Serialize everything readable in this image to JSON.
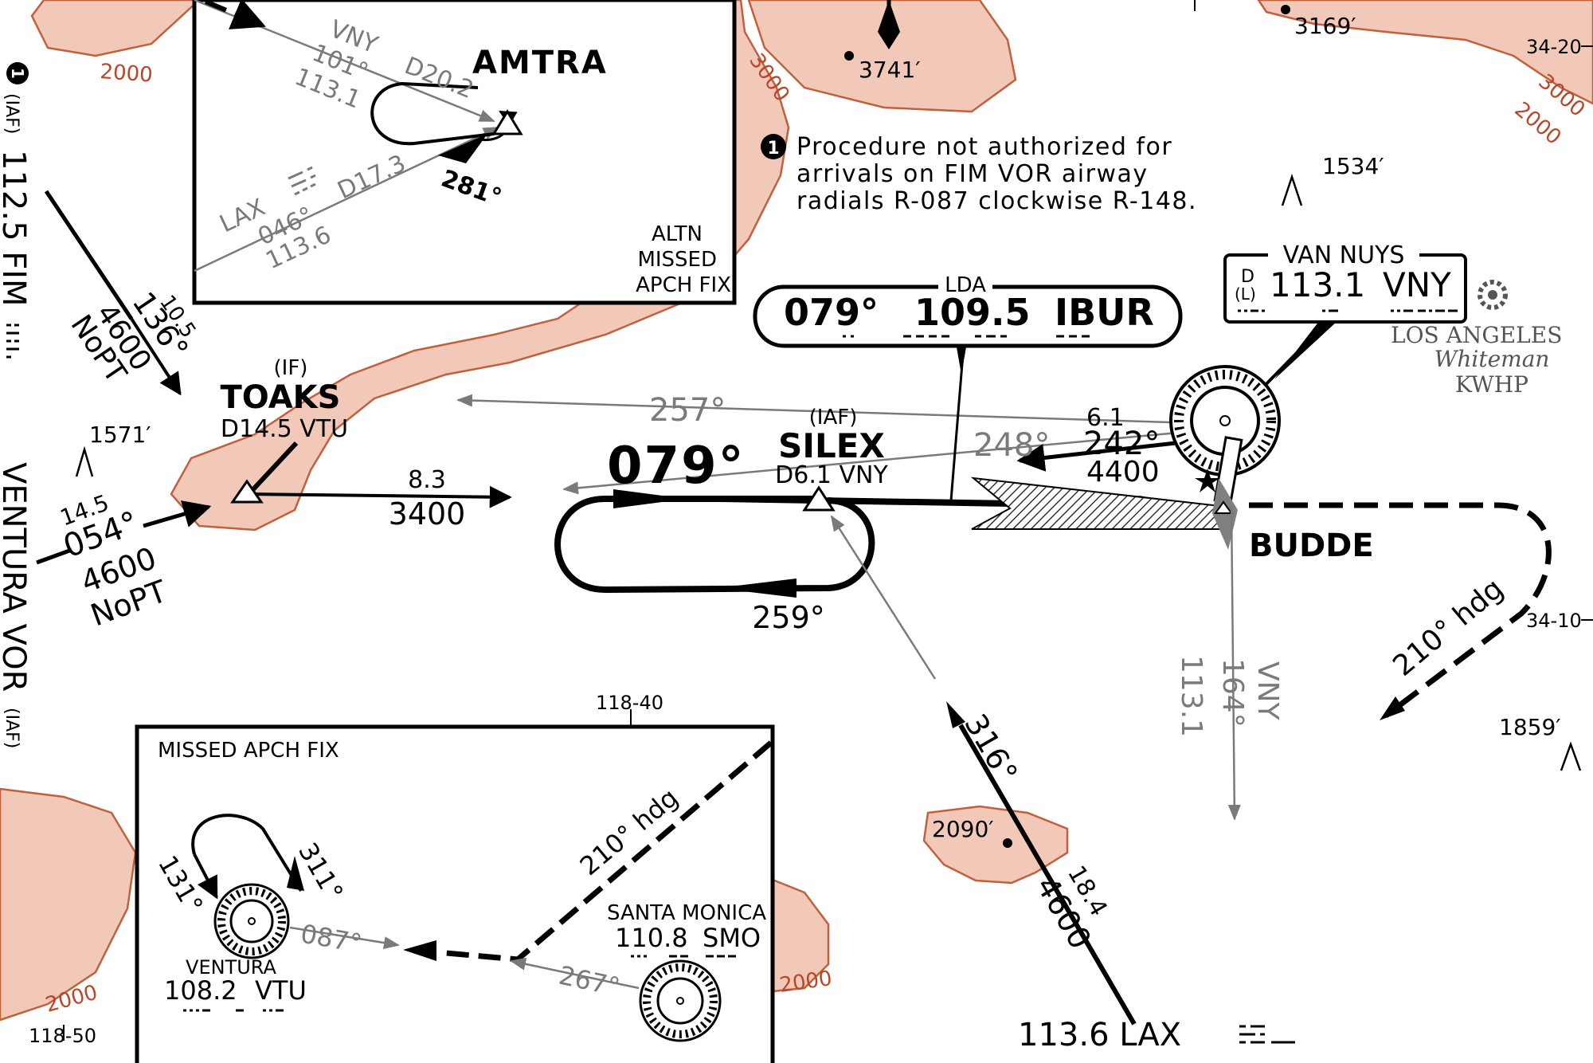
{
  "colors": {
    "terrain_fill": "#f2c9b8",
    "terrain_border": "#c0603c",
    "contour_label": "#b8472a",
    "ink": "#000000",
    "gray": "#7a7a7a",
    "hatch": "#333333"
  },
  "coords": {
    "tick_lon_3420": "34-20",
    "tick_lon_3410": "34-10",
    "tick_lat_11840": "118-40",
    "tick_lat_11850": "118-50"
  },
  "contours": {
    "c2000_nw": "2000",
    "c3000_n": "3000",
    "c3000_ne": "3000",
    "c2000_ne": "2000",
    "c2000_sw": "2000",
    "c2000_s": "2000"
  },
  "spot_elevations": {
    "e3741": "3741′",
    "e3169": "3169′",
    "e1534": "1534′",
    "e1571": "1571′",
    "e1859": "1859′",
    "e2090": "2090′"
  },
  "note": {
    "marker": "1",
    "line1": "Procedure not authorized for",
    "line2": "arrivals on FIM VOR airway",
    "line3": "radials R-087 clockwise R-148."
  },
  "amtra_inset": {
    "name": "AMTRA",
    "vny_label": "VNY",
    "vny_radial": "101°",
    "vny_freq": "113.1",
    "vny_dme": "D20.2",
    "lax_label": "LAX",
    "lax_dme": "D17.3",
    "lax_radial": "046°",
    "lax_freq": "113.6",
    "hold_course": "281°",
    "altn_line1": "ALTN",
    "altn_line2": "MISSED",
    "altn_line3": "APCH FIX"
  },
  "fim_route": {
    "iaf_marker": "1",
    "iaf": "(IAF)",
    "freq_id": "112.5 FIM",
    "dist": "10.5",
    "course": "136°",
    "alt": "4600",
    "nopt": "NoPT"
  },
  "ventura_route": {
    "name": "VENTURA VOR",
    "iaf": "(IAF)",
    "dist": "14.5",
    "course": "054°",
    "alt": "4600",
    "nopt": "NoPT"
  },
  "toaks": {
    "role": "(IF)",
    "name": "TOAKS",
    "dme": "D14.5 VTU",
    "leg_dist": "8.3",
    "leg_alt": "3400"
  },
  "silex": {
    "role": "(IAF)",
    "name": "SILEX",
    "dme": "D6.1 VNY",
    "final_course": "079°",
    "outbound_course": "259°",
    "radial_257": "257°"
  },
  "lda": {
    "title": "LDA",
    "course": "079°",
    "freq": "109.5",
    "ident": "IBUR"
  },
  "van_nuys": {
    "name": "VAN NUYS",
    "d": "D",
    "l": "(L)",
    "freq": "113.1",
    "ident": "VNY",
    "radial_164_label": "VNY",
    "radial_164": "164°",
    "radial_164_freq": "113.1"
  },
  "budde": {
    "name": "BUDDE",
    "dist": "6.1",
    "course_242": "242°",
    "alt": "4400",
    "course_248": "248°",
    "missed_hdg": "210° hdg"
  },
  "whiteman": {
    "city": "LOS ANGELES",
    "name": "Whiteman",
    "id": "KWHP"
  },
  "lax_route": {
    "course": "316°",
    "dist": "18.4",
    "alt": "4600",
    "freq_id": "113.6 LAX"
  },
  "missed_inset": {
    "title": "MISSED APCH FIX",
    "hdg": "210° hdg",
    "course_131": "131°",
    "course_311": "311°",
    "course_087": "087°",
    "course_267": "267°",
    "ventura_name": "VENTURA",
    "ventura_freq": "108.2",
    "ventura_id": "VTU",
    "smo_name": "SANTA  MONICA",
    "smo_freq": "110.8",
    "smo_id": "SMO"
  }
}
